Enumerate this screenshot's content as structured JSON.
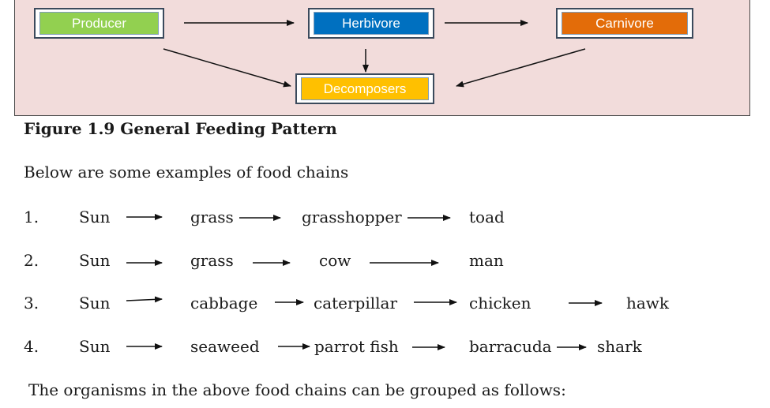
{
  "diagram": {
    "nodes": {
      "producer": {
        "label": "Producer",
        "color": "#92d050"
      },
      "herbivore": {
        "label": "Herbivore",
        "color": "#0070c0"
      },
      "carnivore": {
        "label": "Carnivore",
        "color": "#e36c09"
      },
      "decomposers": {
        "label": "Decomposers",
        "color": "#ffc000"
      }
    },
    "panel_color": "#f2dcdb"
  },
  "caption": "Figure 1.9 General Feeding Pattern",
  "intro": "Below are some examples of food chains",
  "chains": [
    {
      "number": "1.",
      "items": [
        "Sun",
        "grass",
        "grasshopper",
        "toad"
      ]
    },
    {
      "number": "2.",
      "items": [
        "Sun",
        "grass",
        "cow",
        "man"
      ]
    },
    {
      "number": "3.",
      "items": [
        "Sun",
        "cabbage",
        "caterpillar",
        "chicken",
        "hawk"
      ]
    },
    {
      "number": "4.",
      "items": [
        "Sun",
        "seaweed",
        "parrot fish",
        "barracuda",
        "shark"
      ]
    }
  ],
  "outro": "The organisms in the above food chains can be grouped as follows:"
}
